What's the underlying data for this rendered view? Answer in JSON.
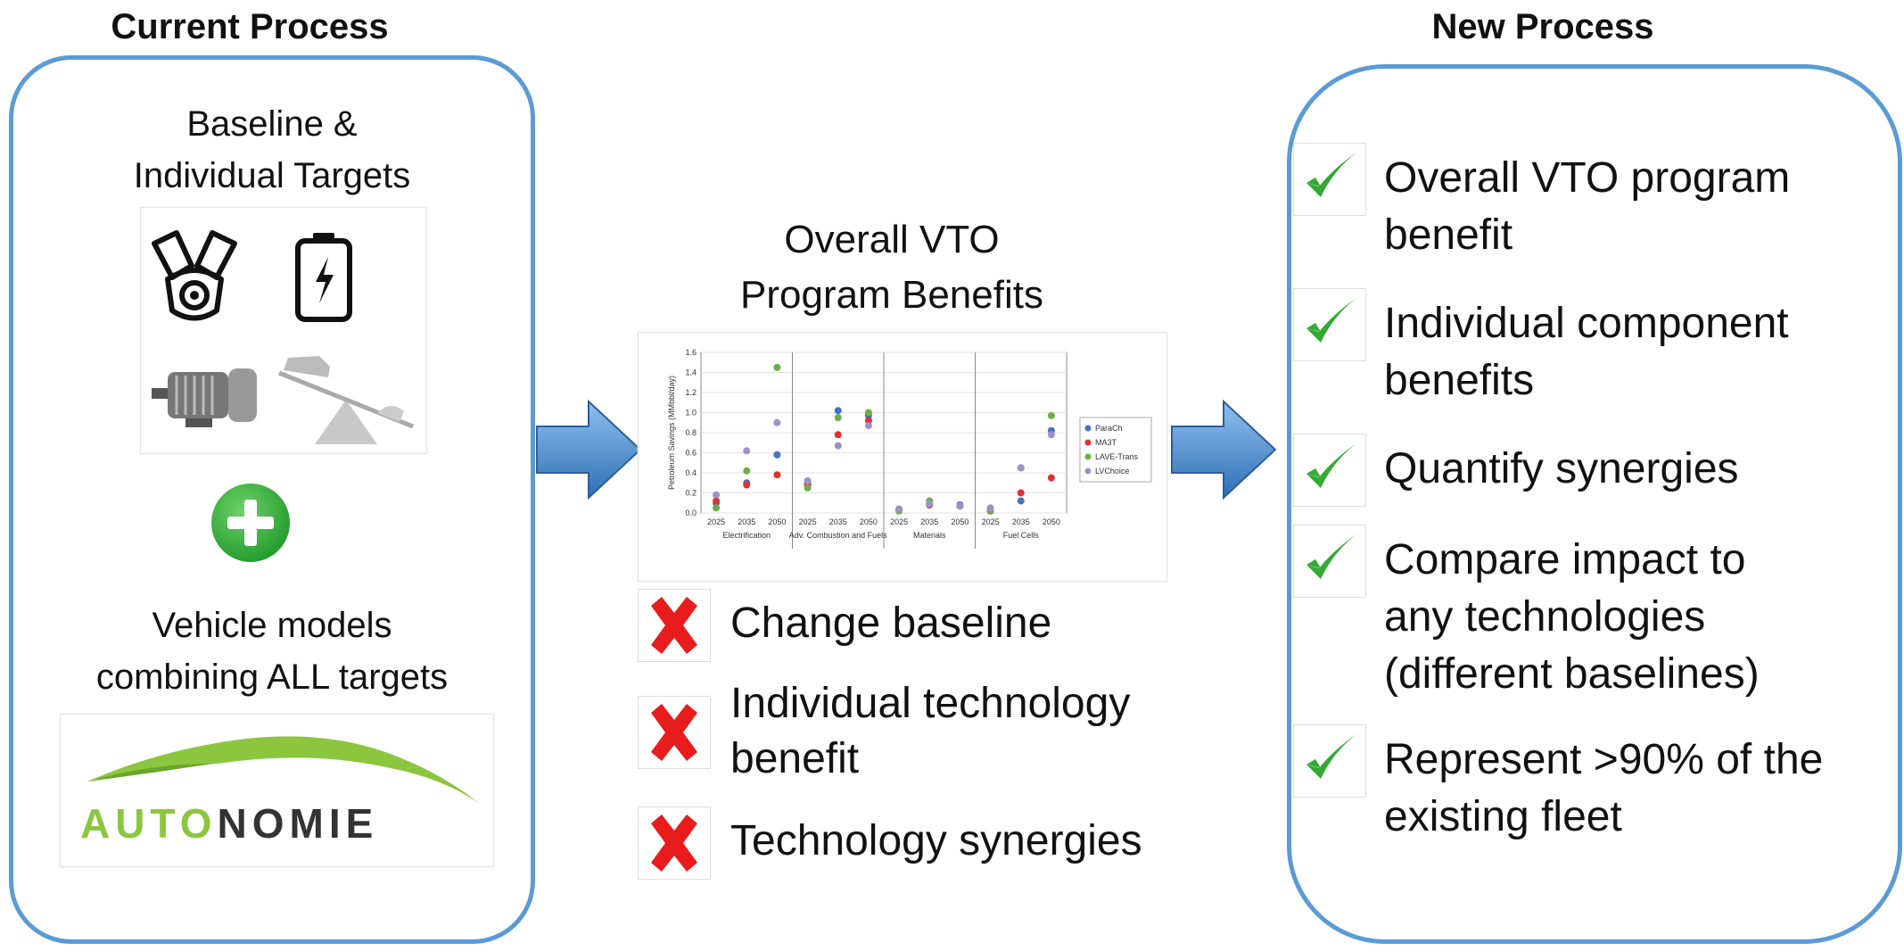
{
  "current": {
    "title": "Current Process",
    "baseline_line1": "Baseline &",
    "baseline_line2": "Individual Targets",
    "vehicle_line1": "Vehicle models",
    "vehicle_line2": "combining ALL targets",
    "logo_part1": "AUTO",
    "logo_part2": "NOMIE"
  },
  "middle": {
    "title_line1": "Overall VTO",
    "title_line2": "Program Benefits",
    "drawbacks": [
      {
        "line1": "Change baseline",
        "line2": ""
      },
      {
        "line1": "Individual technology",
        "line2": "benefit"
      },
      {
        "line1": "Technology synergies",
        "line2": ""
      }
    ],
    "chart_data": {
      "type": "scatter",
      "ylabel": "Petroleum Savings (MMbbl/day)",
      "ylim": [
        0,
        1.6
      ],
      "yticks": [
        "0.0",
        "0.2",
        "0.4",
        "0.6",
        "0.8",
        "1.0",
        "1.2",
        "1.4",
        "1.6"
      ],
      "groups": [
        "Electrification",
        "Adv. Combustion and Fuels",
        "Materials",
        "Fuel Cells"
      ],
      "years": [
        "2025",
        "2035",
        "2050"
      ],
      "series": [
        {
          "name": "ParaCh",
          "color": "#4472c4",
          "values": [
            0.1,
            0.3,
            0.58,
            0.3,
            1.02,
            0.97,
            0.03,
            0.1,
            0.08,
            0.02,
            0.12,
            0.82
          ]
        },
        {
          "name": "MA3T",
          "color": "#e03030",
          "values": [
            0.12,
            0.28,
            0.38,
            0.28,
            0.78,
            0.92,
            0.03,
            0.08,
            0.07,
            0.02,
            0.2,
            0.35
          ]
        },
        {
          "name": "LAVE-Trans",
          "color": "#70ad47",
          "values": [
            0.05,
            0.42,
            1.45,
            0.25,
            0.95,
            1.0,
            0.02,
            0.12,
            0.07,
            0.02,
            0.45,
            0.97
          ]
        },
        {
          "name": "LVChoice",
          "color": "#9e8fc9",
          "values": [
            0.18,
            0.62,
            0.9,
            0.32,
            0.67,
            0.87,
            0.04,
            0.09,
            0.07,
            0.05,
            0.45,
            0.78
          ]
        }
      ]
    }
  },
  "new": {
    "title": "New Process",
    "benefits": [
      {
        "line1": "Overall VTO program",
        "line2": "benefit",
        "line3": ""
      },
      {
        "line1": "Individual component",
        "line2": "benefits",
        "line3": ""
      },
      {
        "line1": "Quantify synergies",
        "line2": "",
        "line3": ""
      },
      {
        "line1": "Compare impact to",
        "line2": "any technologies",
        "line3": "(different baselines)"
      },
      {
        "line1": "Represent >90% of the",
        "line2": "existing fleet",
        "line3": ""
      }
    ]
  },
  "colors": {
    "panel_border": "#5b9bd5",
    "arrow_fill": "#4f8fd0",
    "check": "#33aa33",
    "cross": "#e81c1c",
    "plus": "#39b54a",
    "logo_green": "#8cc63f",
    "logo_dark": "#333333"
  },
  "icons": [
    "engine-icon",
    "battery-icon",
    "electric-motor-icon",
    "lightweight-materials-icon",
    "plus-icon",
    "check-icon",
    "cross-icon",
    "arrow-icon"
  ]
}
